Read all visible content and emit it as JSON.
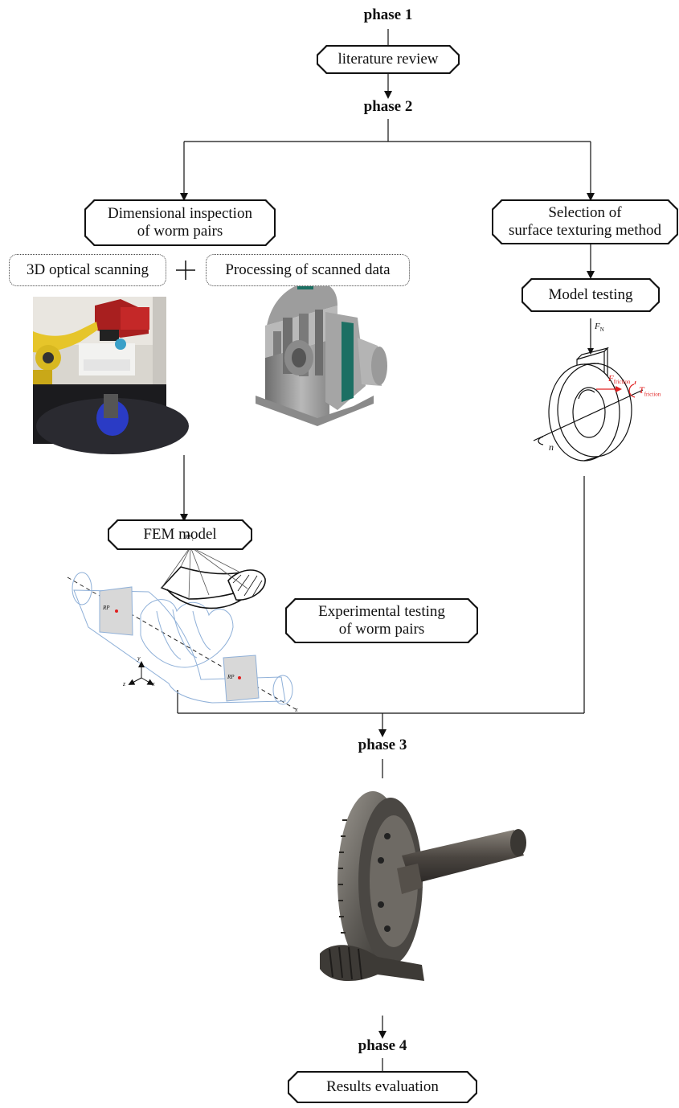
{
  "phases": {
    "p1": "phase 1",
    "p2": "phase 2",
    "p3": "phase 3",
    "p4": "phase 4"
  },
  "boxes": {
    "literature": "literature review",
    "dimensional": "Dimensional inspection\nof worm pairs",
    "selection": "Selection of\nsurface texturing method",
    "model_testing": "Model testing",
    "fem": "FEM model",
    "experimental": "Experimental testing\nof worm pairs",
    "results": "Results evaluation"
  },
  "sub_steps": {
    "scanning": "3D optical scanning",
    "plus": "+",
    "processing": "Processing of scanned data"
  },
  "model_figure": {
    "force_normal": "F",
    "force_normal_sub": "N",
    "friction_force": "F",
    "friction_force_sub": "friction",
    "friction_torque": "T",
    "friction_torque_sub": "friction",
    "speed": "n"
  },
  "fem_figure": {
    "rp1": "RP",
    "rp1_sub": "1",
    "rp_left": "RP",
    "rp_right": "RP",
    "axis_x": "x",
    "axis_y": "y",
    "axis_z": "z",
    "axis_x_far": "x"
  },
  "colors": {
    "line": "#111111",
    "accent_red": "#e02020",
    "fem_blue": "#8fb0d8"
  }
}
